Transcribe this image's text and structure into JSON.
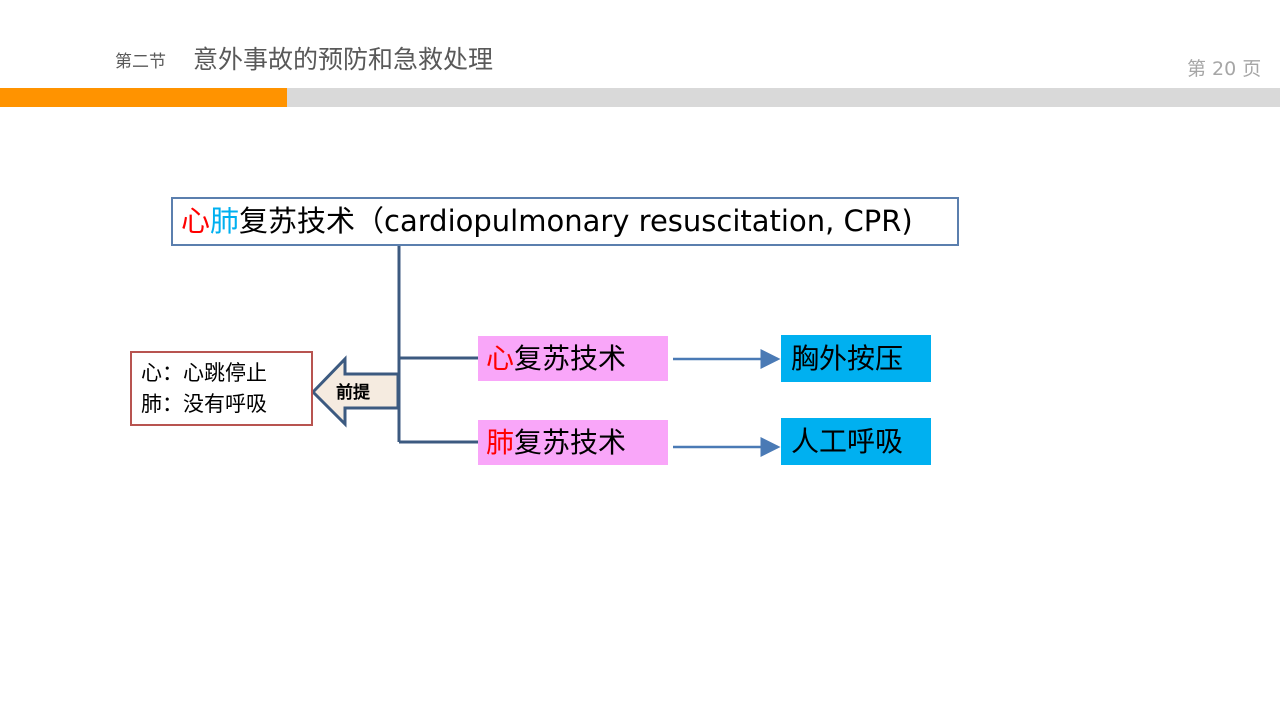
{
  "header": {
    "section": "第二节",
    "title": "意外事故的预防和急救处理",
    "page": "第 20 页"
  },
  "progress": {
    "fraction": 0.224,
    "fill_color": "#ff9300",
    "track_color": "#d9d9d9"
  },
  "diagram": {
    "root": {
      "part1": "心",
      "part2": "肺",
      "part3": "复苏技术（cardiopulmonary resuscitation, CPR)"
    },
    "premise_label": "前提",
    "conditions": {
      "line1": "心：心跳停止",
      "line2": "肺：没有呼吸"
    },
    "branches": [
      {
        "prefix": "心",
        "rest": "复苏技术",
        "result": "胸外按压"
      },
      {
        "prefix": "肺",
        "rest": "复苏技术",
        "result": "人工呼吸"
      }
    ],
    "colors": {
      "red": "#ff0000",
      "blue": "#00b0f0",
      "pink": "#f9a6f9",
      "cyan": "#00b0f0",
      "line": "#3c5a80"
    }
  }
}
